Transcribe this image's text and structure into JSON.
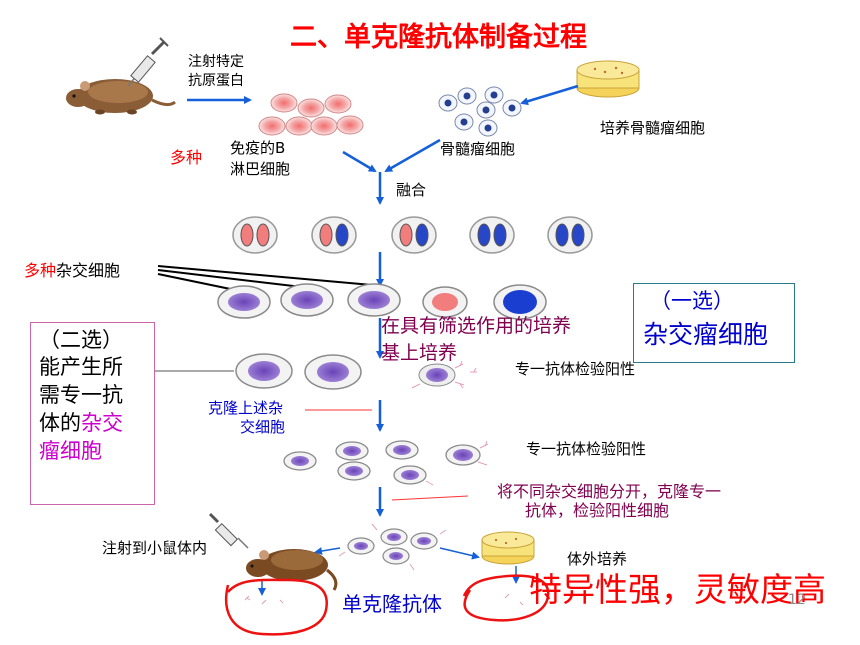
{
  "title": "二、单克隆抗体制备过程",
  "labels": {
    "inject_antigen_1": "注射特定",
    "inject_antigen_2": "抗原蛋白",
    "immune_b_1": "免疫的B",
    "immune_b_2": "淋巴细胞",
    "many_kinds": "多种",
    "myeloma_cell": "骨髓瘤细胞",
    "culture_myeloma": "培养骨髓瘤细胞",
    "fusion": "融合",
    "many_kinds_2": "多种",
    "hybrid_cell": "杂交细胞",
    "first_select_1": "（一选）",
    "first_select_2": "杂交瘤细胞",
    "screen_medium_1": "在具有筛选作用的培养",
    "screen_medium_2": "基上培养",
    "second_select": [
      "（二选）",
      "能产生所",
      "需专一抗",
      "体的"
    ],
    "second_select_hl_1": "杂交",
    "second_select_hl_2": "瘤细胞",
    "antibody_test_1": "专一抗体检验阳性",
    "clone_hybrid_1": "克隆上述杂",
    "clone_hybrid_2": "交细胞",
    "antibody_test_2": "专一抗体检验阳性",
    "separate_1": "将不同杂交细胞分开，克隆专一",
    "separate_2": "抗体，检验阳性细胞",
    "inject_mouse": "注射到小鼠体内",
    "in_vitro": "体外培养",
    "mab": "单克隆抗体",
    "feature": "特异性强，灵敏度高",
    "page_no": "12"
  },
  "colors": {
    "title": "#ff0000",
    "arrow_blue": "#1560d8",
    "purple_text": "#800050",
    "magenta": "#cc00cc",
    "blue_text": "#0000cc",
    "red_text": "#ff0000",
    "teal_border": "#2a7a8a",
    "pink_border": "#cc66aa"
  },
  "icons": [
    "mouse-icon",
    "syringe-icon",
    "culture-dish-icon"
  ]
}
